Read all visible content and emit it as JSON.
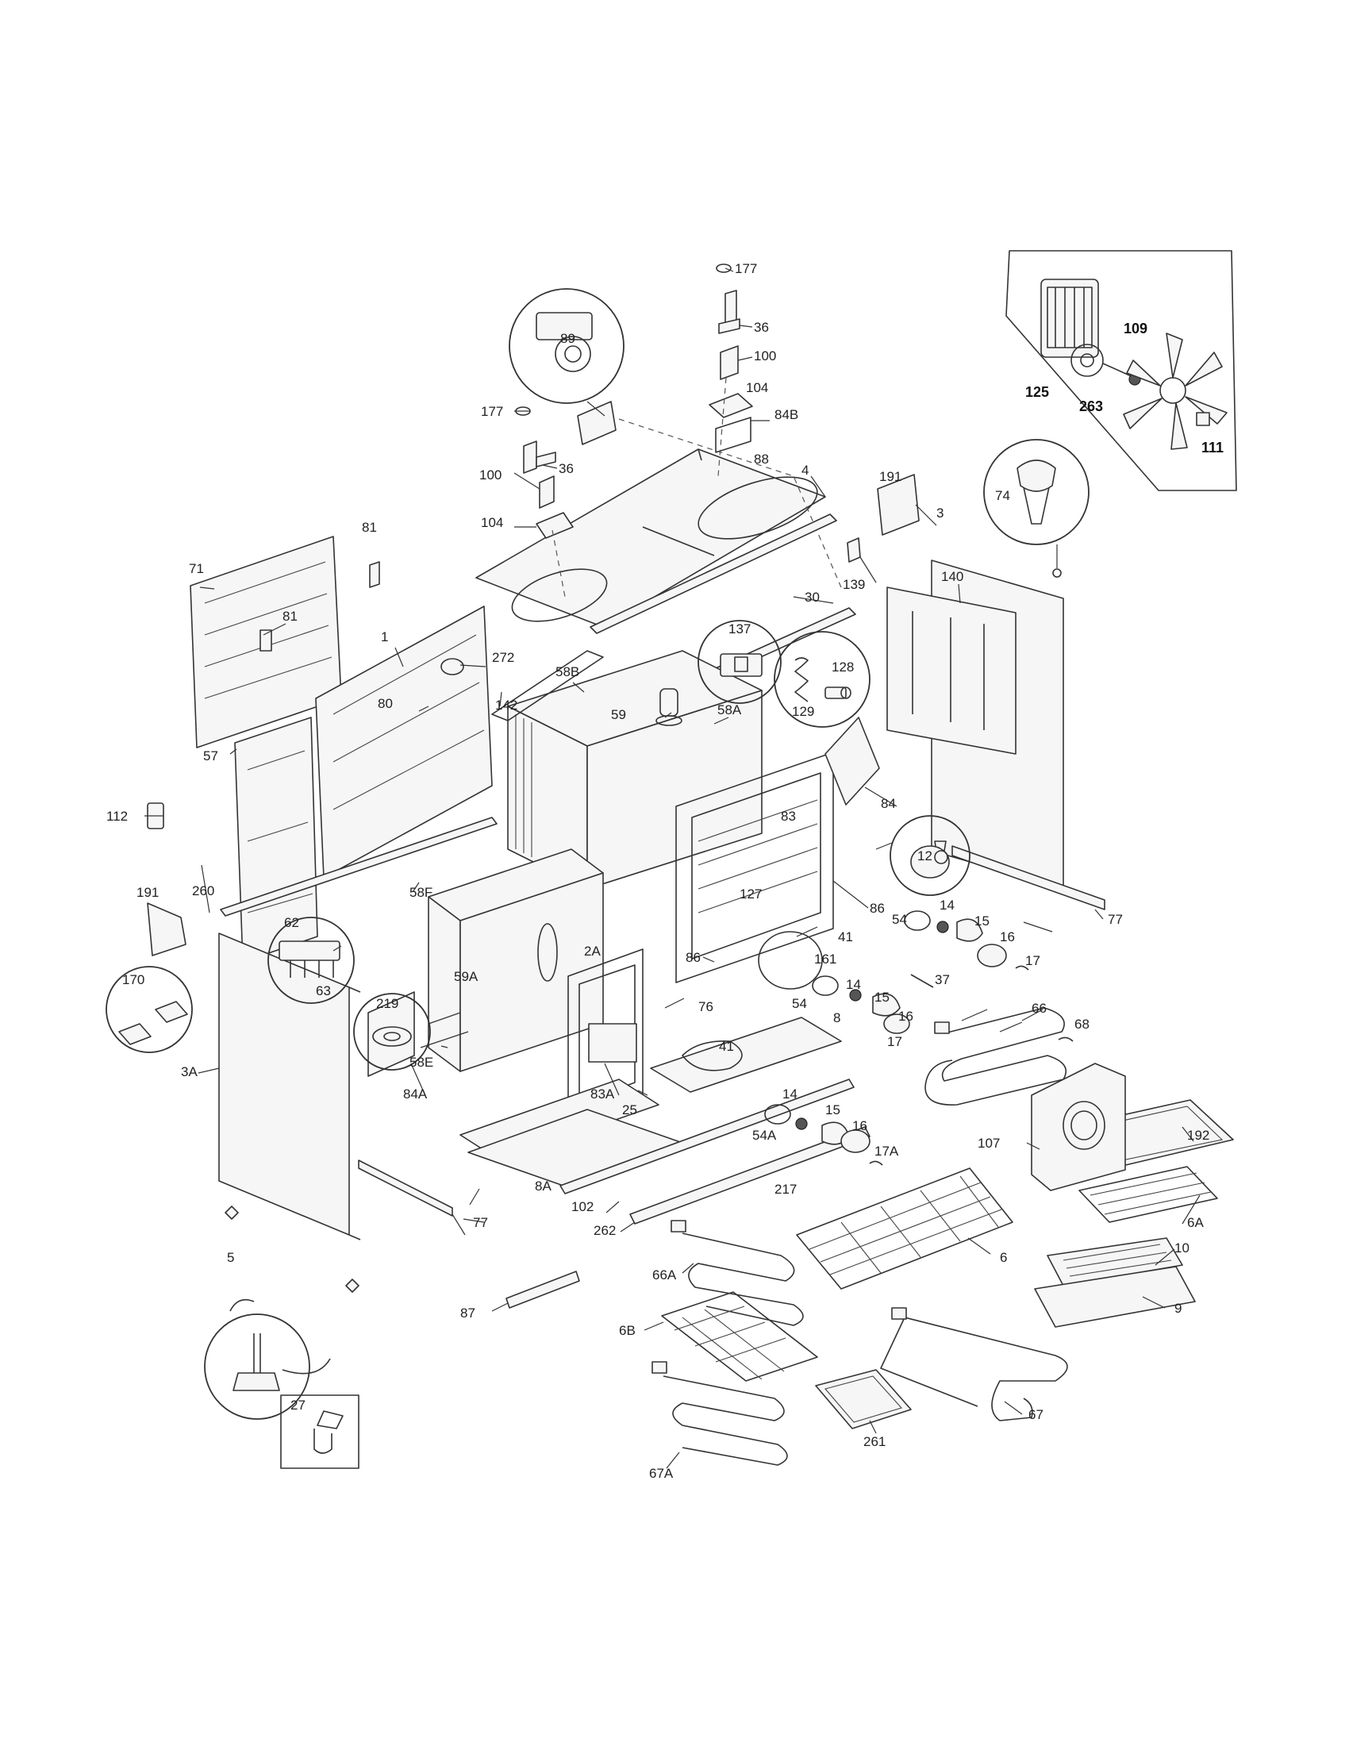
{
  "diagram": {
    "type": "exploded-parts-view",
    "part_labels": [
      "177",
      "36",
      "100",
      "104",
      "84B",
      "89",
      "88",
      "4",
      "177",
      "36",
      "100",
      "104",
      "191",
      "3",
      "74",
      "125",
      "109",
      "263",
      "111",
      "81",
      "71",
      "81",
      "1",
      "272",
      "58B",
      "137",
      "128",
      "129",
      "30",
      "139",
      "140",
      "80",
      "142",
      "59",
      "58A",
      "57",
      "112",
      "84",
      "83",
      "12",
      "191",
      "260",
      "58F",
      "127",
      "86",
      "77",
      "62",
      "63",
      "219",
      "54",
      "14",
      "15",
      "16",
      "17",
      "41",
      "161",
      "86",
      "2A",
      "59A",
      "170",
      "37",
      "54",
      "8",
      "14",
      "15",
      "16",
      "17",
      "66",
      "68",
      "3A",
      "84A",
      "58E",
      "76",
      "41",
      "83A",
      "25",
      "192",
      "107",
      "6A",
      "54A",
      "14",
      "15",
      "16",
      "17A",
      "217",
      "8A",
      "102",
      "262",
      "77",
      "5",
      "66A",
      "6",
      "10",
      "87",
      "6B",
      "9",
      "27",
      "67A",
      "261",
      "67"
    ]
  }
}
